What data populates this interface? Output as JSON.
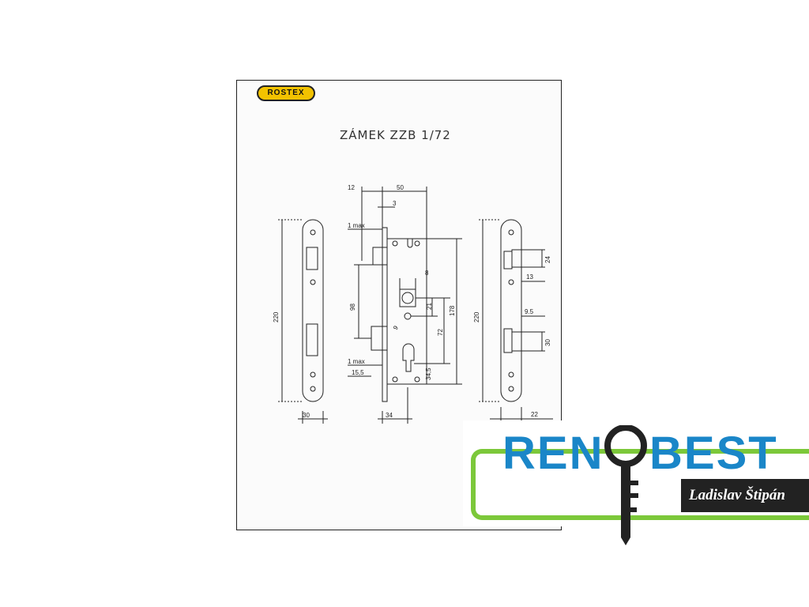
{
  "document": {
    "brand": "ROSTEX",
    "title": "ZÁMEK ZZB 1/72"
  },
  "dimensions": {
    "d12": "12",
    "d50": "50",
    "d3": "3",
    "d1max_top": "1 max",
    "d8": "8",
    "d98": "98",
    "d21": "21",
    "d178": "178",
    "d72": "72",
    "d9": "9",
    "d1max_bottom": "1 max",
    "d15_5": "15,5",
    "d34_5": "34,5",
    "d220_left": "220",
    "d30": "30",
    "d34": "34",
    "d220_right": "220",
    "d24": "24",
    "d13": "13",
    "d9_5": "9.5",
    "d30_right": "30",
    "d22": "22"
  },
  "logo": {
    "name_left": "REN",
    "name_right": "BEST",
    "subtitle": "Ladislav Štipán",
    "colors": {
      "blue": "#1a86c8",
      "green": "#7cc83a",
      "dark": "#222222"
    },
    "icon": "key-icon"
  }
}
